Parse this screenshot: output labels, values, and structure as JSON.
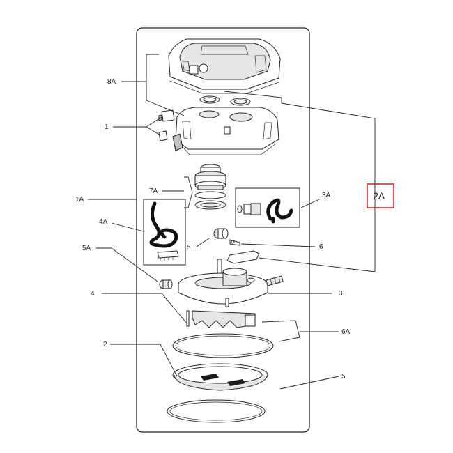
{
  "highlight_color": "#e0262b",
  "labels": {
    "l8A": "8A",
    "l1": "1",
    "l1A": "1A",
    "l7A": "7A",
    "l3A": "3A",
    "l2A": "2A",
    "l4A": "4A",
    "l5A": "5A",
    "l5a": "5",
    "l6": "6",
    "l4": "4",
    "l3": "3",
    "l2": "2",
    "l6A": "6A",
    "l5b": "5"
  }
}
